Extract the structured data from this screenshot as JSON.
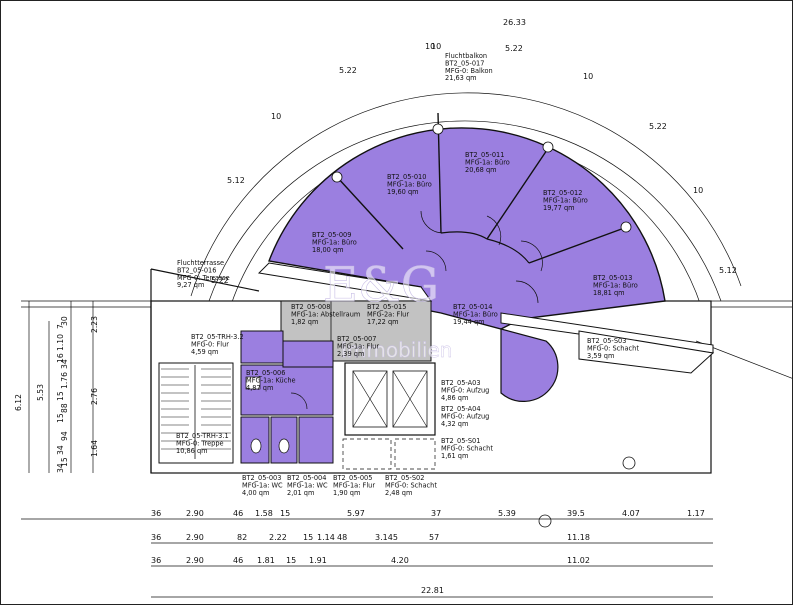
{
  "colors": {
    "office": "#9b7fe0",
    "hall": "#c0c0c0",
    "line": "#111111",
    "white": "#ffffff"
  },
  "watermark": {
    "logo": "E&G",
    "sub": "Immobilien"
  },
  "rooms": [
    {
      "id": "BT2_05-017",
      "use": "MFG-0: Balkon",
      "area": "21,63 qm",
      "heading": "Fluchtbalkon"
    },
    {
      "id": "BT2_05-010",
      "use": "MFG-1a: Büro",
      "area": "19,60 qm"
    },
    {
      "id": "BT2_05-011",
      "use": "MFG-1a: Büro",
      "area": "20,68 qm"
    },
    {
      "id": "BT2_05-012",
      "use": "MFG-1a: Büro",
      "area": "19,77 qm"
    },
    {
      "id": "BT2_05-009",
      "use": "MFG-1a: Büro",
      "area": "18,00 qm"
    },
    {
      "id": "BT2_05-013",
      "use": "MFG-1a: Büro",
      "area": "18,81 qm"
    },
    {
      "id": "BT2_05-016",
      "use": "MFG-0: Terrasse",
      "area": "9,27 qm",
      "heading": "Fluchtterrasse"
    },
    {
      "id": "BT2_05-008",
      "use": "MFG-1a: Abstellraum",
      "area": "1,82 qm"
    },
    {
      "id": "BT2_05-015",
      "use": "MFG-2a: Flur",
      "area": "17,22 qm"
    },
    {
      "id": "BT2_05-014",
      "use": "MFG-1a: Büro",
      "area": "19,44 qm"
    },
    {
      "id": "BT2_05-S03",
      "use": "MFG-0: Schacht",
      "area": "3,59 qm"
    },
    {
      "id": "BT2_05-TRH-3.2",
      "use": "MFG-0: Flur",
      "area": "4,59 qm"
    },
    {
      "id": "BT2_05-007",
      "use": "MFG-1a: Flur",
      "area": "2,39 qm"
    },
    {
      "id": "BT2_05-006",
      "use": "MFG-1a: Küche",
      "area": "4,87 qm"
    },
    {
      "id": "BT2_05-A03",
      "use": "MFG-0: Aufzug",
      "area": "4,86 qm"
    },
    {
      "id": "BT2_05-A04",
      "use": "MFG-0: Aufzug",
      "area": "4,32 qm"
    },
    {
      "id": "BT2_05-TRH-3.1",
      "use": "MFG-0: Treppe",
      "area": "10,86 qm"
    },
    {
      "id": "BT2_05-S01",
      "use": "MFG-0: Schacht",
      "area": "1,61 qm"
    },
    {
      "id": "BT2_05-003",
      "use": "MFG-1a: WC",
      "area": "4,00 qm"
    },
    {
      "id": "BT2_05-004",
      "use": "MFG-1a: WC",
      "area": "2,01 qm"
    },
    {
      "id": "BT2_05-005",
      "use": "MFG-1a: Flur",
      "area": "1,90 qm"
    },
    {
      "id": "BT2_05-S02",
      "use": "MFG-0: Schacht",
      "area": "2,48 qm"
    }
  ],
  "dims_top": [
    "5.22",
    "10",
    "5.22",
    "26.33",
    "10",
    "5.22",
    "10",
    "5.12",
    "5.12",
    "10",
    "5.22",
    "10"
  ],
  "dims_left_a": [
    "6.12",
    "5.53"
  ],
  "dims_left_b": [
    "7",
    "30",
    "1.10",
    "34",
    "16",
    "1.76",
    "15",
    "88",
    "15",
    "94",
    "34",
    "15",
    "34"
  ],
  "dims_left_c": [
    "2.23",
    "2.76",
    "1.64"
  ],
  "dims_bottom_row1": [
    "36",
    "2.90",
    "46",
    "1.58",
    "15",
    "5.97",
    "37",
    "5.39",
    "39.5",
    "4.07",
    "1.17"
  ],
  "dims_bottom_row2": [
    "36",
    "2.90",
    "82",
    "2.22",
    "15",
    "1.14",
    "48",
    "3.145",
    "57",
    "11.18"
  ],
  "dims_bottom_row3": [
    "36",
    "2.90",
    "46",
    "1.81",
    "15",
    "1.91",
    "4.20",
    "11.02"
  ],
  "dims_bottom_total": "22.81"
}
